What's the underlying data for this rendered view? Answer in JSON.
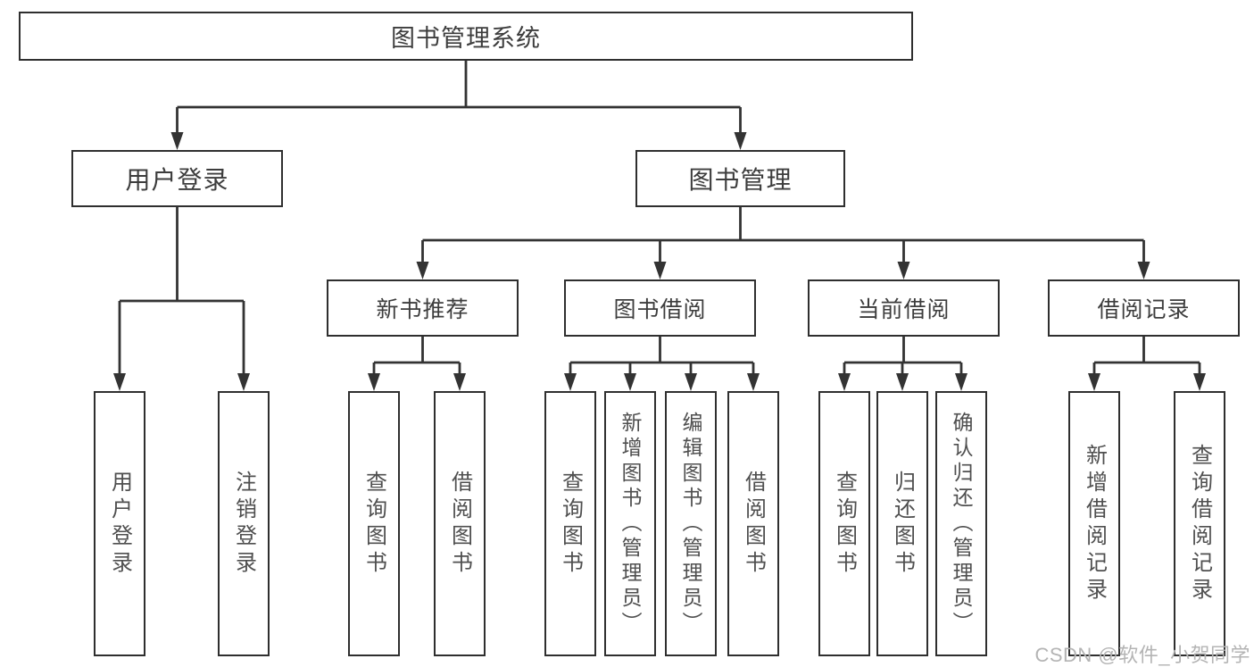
{
  "diagram": {
    "root": {
      "label": "图书管理系统"
    },
    "branches": [
      {
        "label": "用户登录",
        "children": [
          "用户登录",
          "注销登录"
        ]
      },
      {
        "label": "图书管理",
        "children": [
          {
            "label": "新书推荐",
            "children": [
              "查询图书",
              "借阅图书"
            ]
          },
          {
            "label": "图书借阅",
            "children": [
              "查询图书",
              "新增图书（管理员）",
              "编辑图书（管理员）",
              "借阅图书"
            ]
          },
          {
            "label": "当前借阅",
            "children": [
              "查询图书",
              "归还图书",
              "确认归还（管理员）"
            ]
          },
          {
            "label": "借阅记录",
            "children": [
              "新增借阅记录",
              "查询借阅记录"
            ]
          }
        ]
      }
    ]
  },
  "watermark": {
    "text": "CSDN @软件_小贺同学"
  },
  "colors": {
    "line": "#333333",
    "box_border": "#2f2f2f",
    "text": "#3d3d3d",
    "watermark": "#b4b4b4",
    "background": "#ffffff"
  }
}
